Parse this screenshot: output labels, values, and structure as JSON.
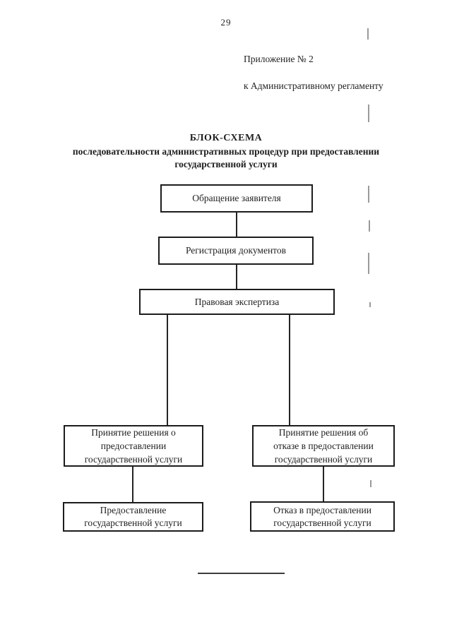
{
  "document": {
    "page_number": "29",
    "appendix": {
      "line1": "Приложение № 2",
      "line2": "к Административному регламенту"
    },
    "title": {
      "heading": "БЛОК-СХЕМА",
      "subtitle": "последовательности административных процедур при предоставлении\nгосударственной услуги"
    }
  },
  "flowchart": {
    "nodes": [
      {
        "name": "applicant-appeal",
        "label": "Обращение заявителя"
      },
      {
        "name": "document-registration",
        "label": "Регистрация документов"
      },
      {
        "name": "legal-expertise",
        "label": "Правовая экспертиза"
      },
      {
        "name": "decision-grant",
        "label": "Принятие решения о\nпредоставлении\nгосударственной услуги"
      },
      {
        "name": "decision-refuse",
        "label": "Принятие решения об\nотказе в предоставлении\nгосударственной услуги"
      },
      {
        "name": "service-grant",
        "label": "Предоставление\nгосударственной услуги"
      },
      {
        "name": "service-refuse",
        "label": "Отказ в предоставлении\nгосударственной услуги"
      }
    ]
  },
  "colors": {
    "ink": "#1c1c1c",
    "paper": "#ffffff",
    "artifact": "#9a9a9a"
  }
}
